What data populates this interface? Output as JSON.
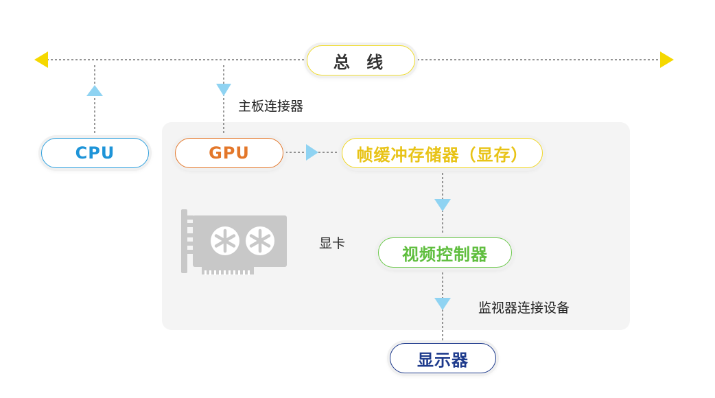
{
  "diagram": {
    "bus_label": "总 线",
    "cpu_label": "CPU",
    "gpu_label": "GPU",
    "framebuffer_label": "帧缓冲存储器（显存）",
    "video_controller_label": "视频控制器",
    "display_label": "显示器",
    "mainboard_connector_label": "主板连接器",
    "graphics_card_label": "显卡",
    "monitor_connector_label": "监视器连接设备"
  },
  "colors": {
    "bus_arrow": "#f5d800",
    "flow_arrow": "#8fd3f2",
    "card_icon": "#c8c8c8",
    "panel_bg": "#f4f4f4"
  },
  "icons": {
    "graphics_card": "graphics-card-icon"
  }
}
